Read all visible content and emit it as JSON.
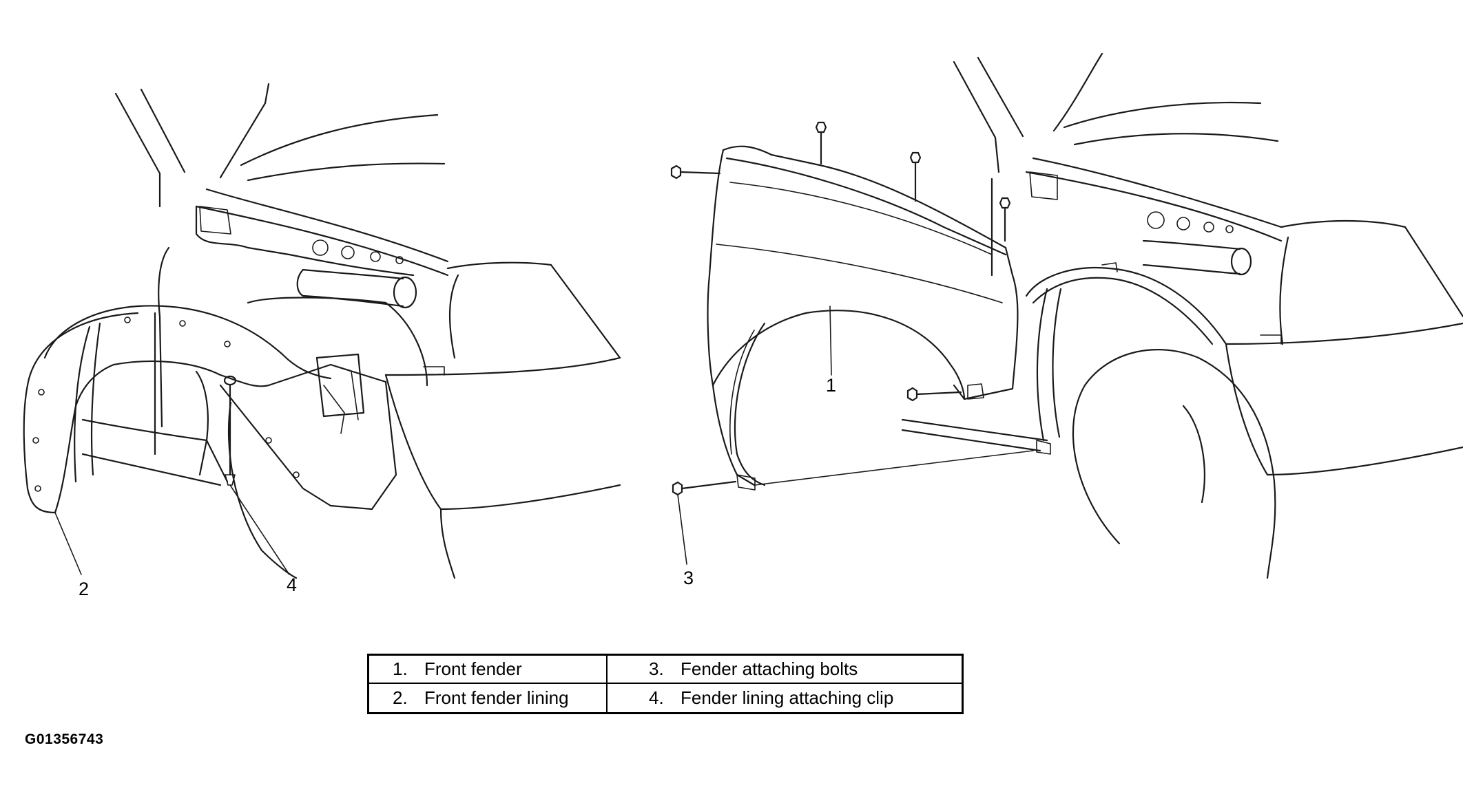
{
  "figure_id": "G01356743",
  "callouts": [
    "1",
    "2",
    "3",
    "4"
  ],
  "legend": {
    "rows": [
      [
        {
          "num": "1.",
          "label": "Front fender"
        },
        {
          "num": "3.",
          "label": "Fender attaching bolts"
        }
      ],
      [
        {
          "num": "2.",
          "label": "Front fender lining"
        },
        {
          "num": "4.",
          "label": "Fender lining attaching clip"
        }
      ]
    ]
  }
}
